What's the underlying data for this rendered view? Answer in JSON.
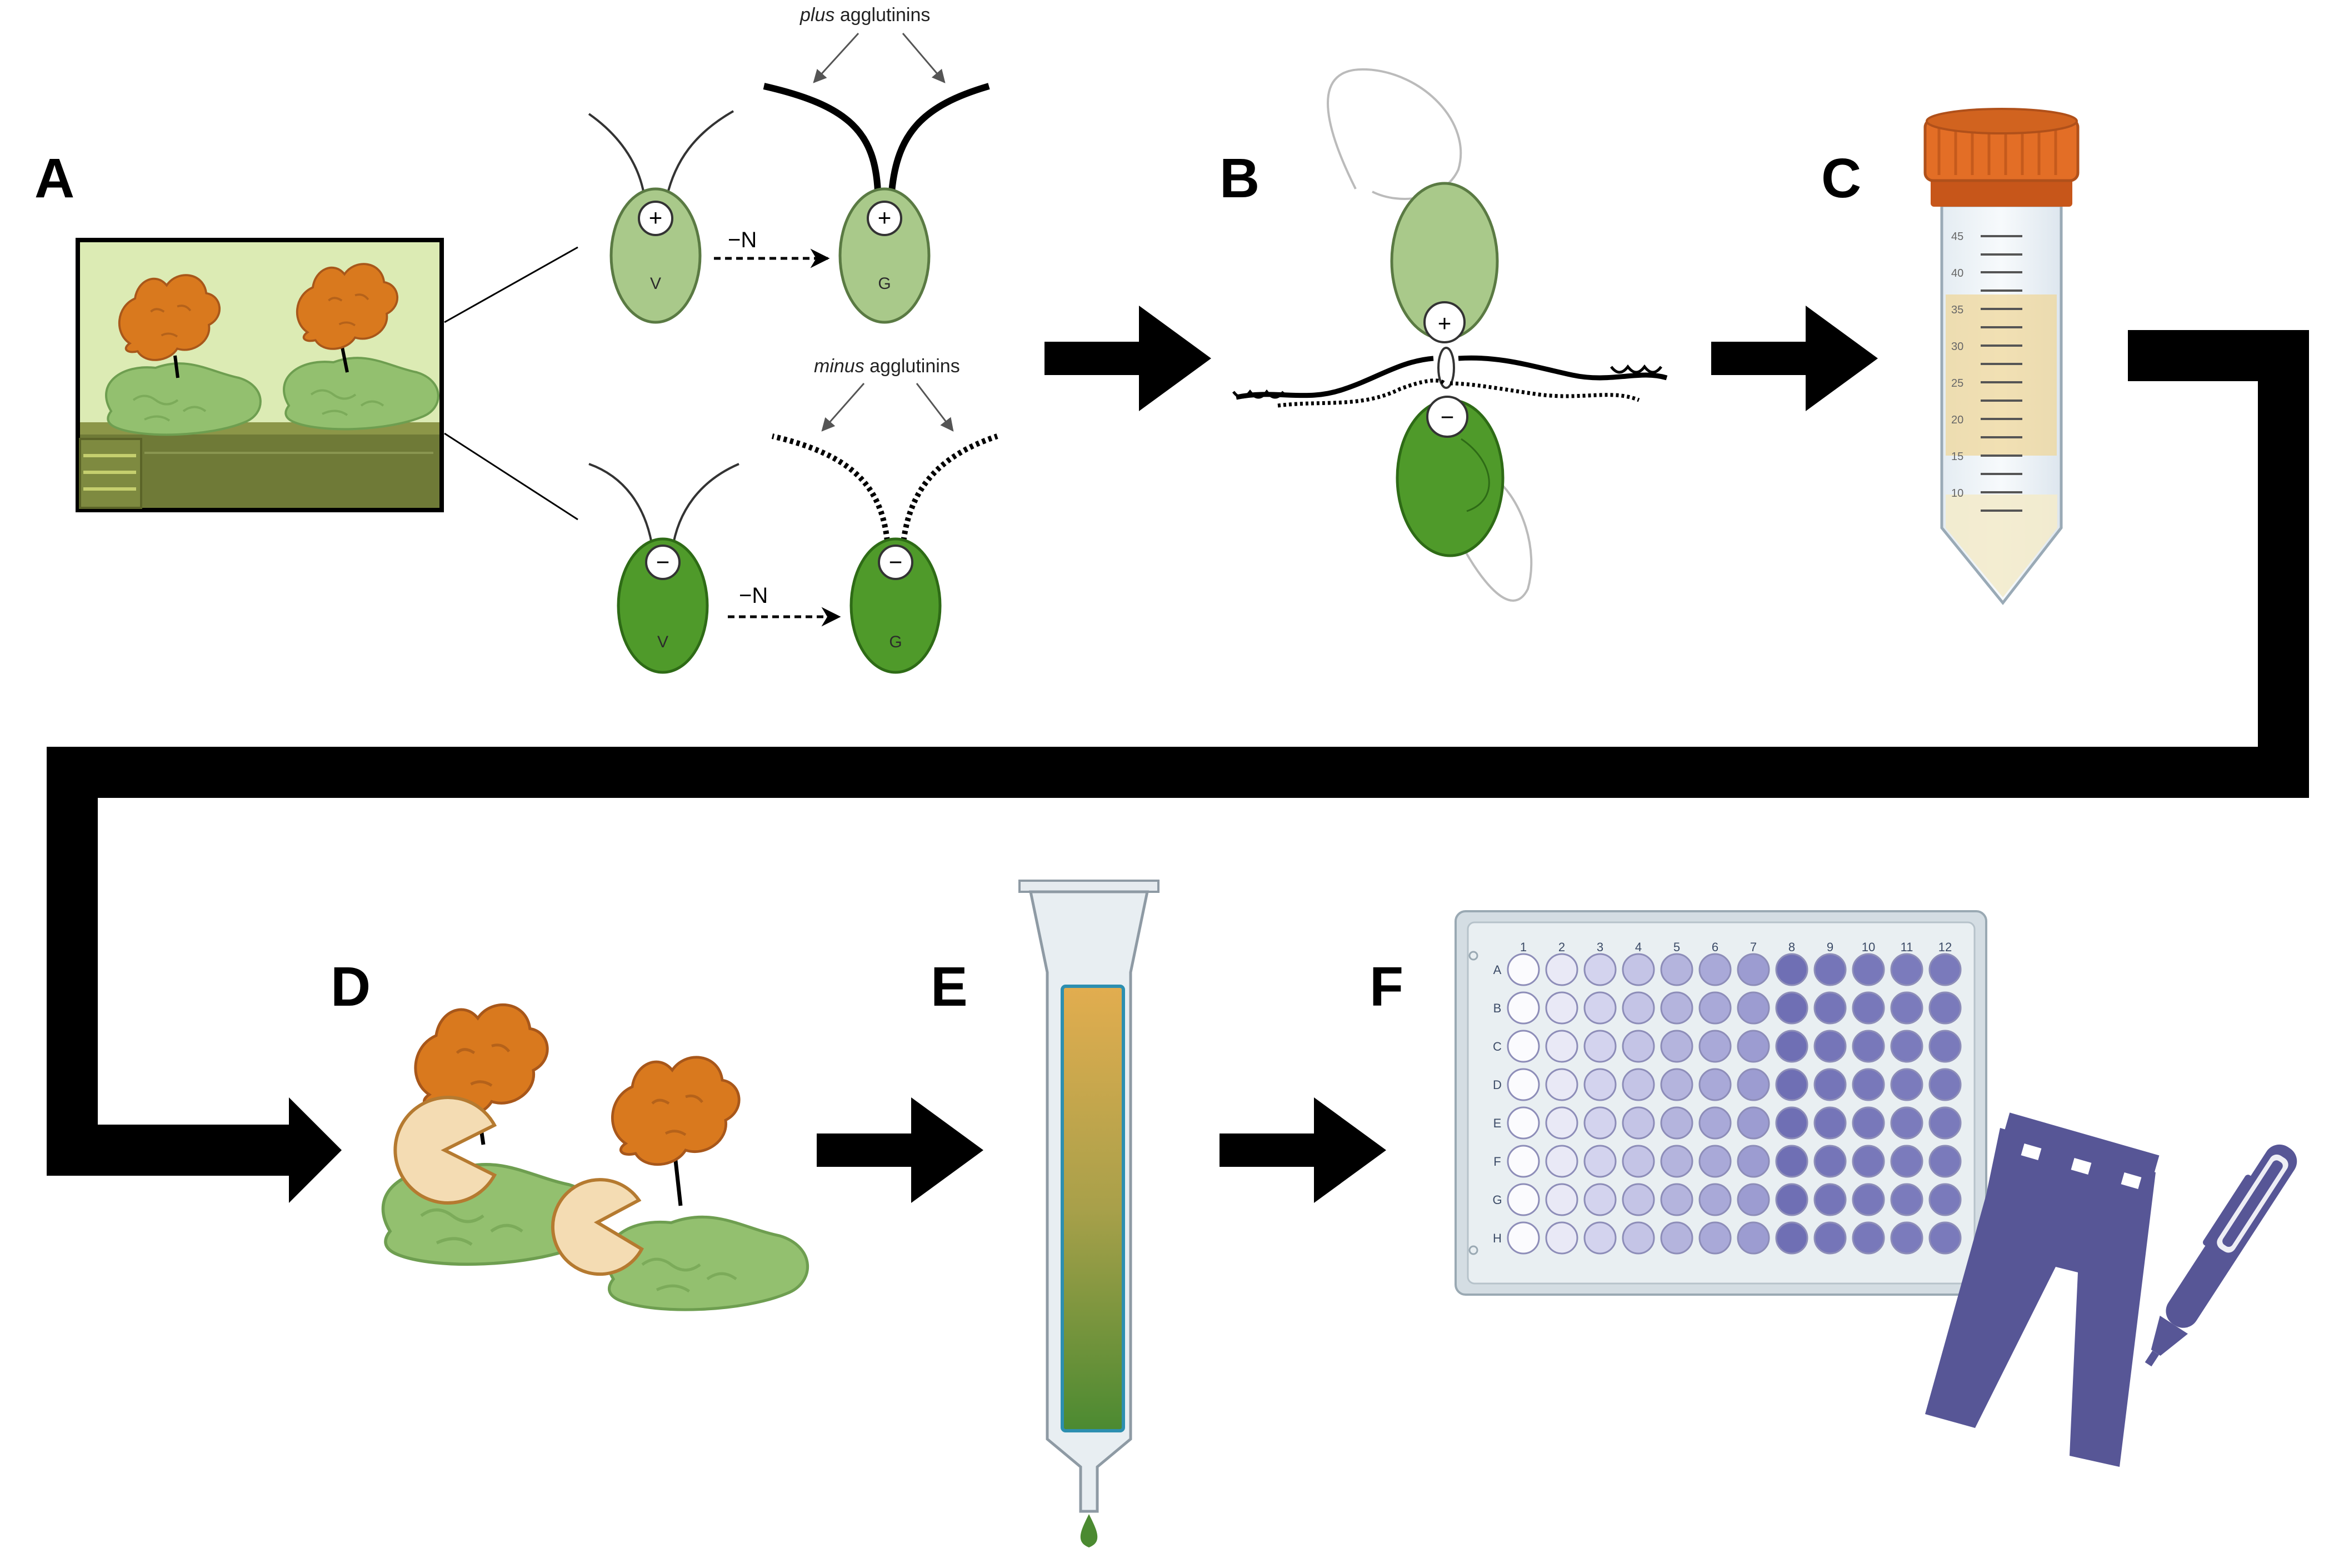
{
  "panels": {
    "a": "A",
    "b": "B",
    "c": "C",
    "d": "D",
    "e": "E",
    "f": "F"
  },
  "gametogenesis": {
    "plus_agglutinins_italic": "plus",
    "plus_agglutinins_rest": " agglutinins",
    "minus_agglutinins_italic": "minus",
    "minus_agglutinins_rest": " agglutinins",
    "nitrogen_label": "−N",
    "vegetative": "V",
    "gamete": "G",
    "plus_sign": "+",
    "minus_sign": "−"
  },
  "tube": {
    "ticks": [
      "45",
      "40",
      "35",
      "30",
      "25",
      "20",
      "15",
      "10"
    ]
  },
  "plate": {
    "columns": [
      "1",
      "2",
      "3",
      "4",
      "5",
      "6",
      "7",
      "8",
      "9",
      "10",
      "11",
      "12"
    ],
    "rows": [
      "A",
      "B",
      "C",
      "D",
      "E",
      "F",
      "G",
      "H"
    ]
  },
  "icons": [
    "arrow-right-icon",
    "conical-tube-icon",
    "chromatography-column-icon",
    "well-plate-icon",
    "jeans-icon",
    "pen-icon",
    "pacman-enzyme-icon",
    "glycoprotein-icon"
  ],
  "colors": {
    "light_green_cell": "#a9c98a",
    "dark_green_cell": "#4f9a2a",
    "agglutinin_orange": "#d9791e",
    "tube_cap": "#d96a22",
    "plate_purple": "#5a5a9c",
    "jeans_purple": "#575696"
  }
}
